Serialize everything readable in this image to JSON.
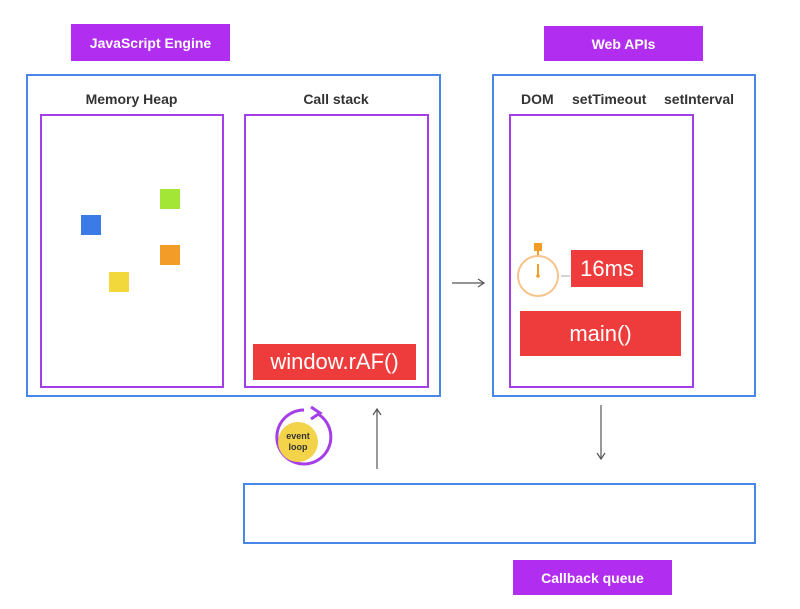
{
  "engine": {
    "title": "JavaScript Engine",
    "memory_heap_label": "Memory Heap",
    "call_stack_label": "Call stack",
    "call_stack_item": "window.rAF()"
  },
  "web_apis": {
    "title": "Web APIs",
    "labels": [
      "DOM",
      "setTimeout",
      "setInterval"
    ],
    "timer_value": "16ms",
    "item": "main()"
  },
  "event_loop": {
    "line1": "event",
    "line2": "loop"
  },
  "callback_queue": {
    "title": "Callback queue"
  },
  "colors": {
    "tag": "#b12ef0",
    "panel_border": "#4a86e8",
    "inner_border": "#a63ee8",
    "red_box": "#ee3b3b",
    "squares": [
      "#a3e635",
      "#3b7be8",
      "#f39c27",
      "#f2d83a"
    ]
  }
}
